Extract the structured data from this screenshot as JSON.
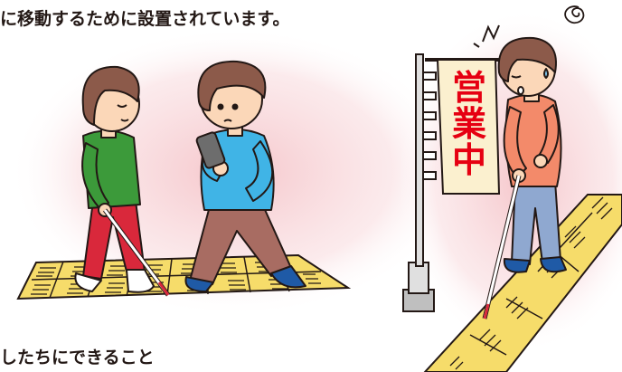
{
  "caption": "に移動するために設置されています。",
  "heading": "したちにできること",
  "banner": [
    "営",
    "業",
    "中"
  ],
  "illustration": {
    "left_scene": "woman-with-white-cane-and-man-using-phone-on-tactile-paving",
    "right_scene": "boy-with-white-cane-blocked-by-shop-banner-on-tactile-paving"
  },
  "colors": {
    "text": "#231815",
    "tactile_tile": "#f6dc6a",
    "banner_bg": "#fbf0cf",
    "banner_text": "#e60012",
    "glow": "#f7d3d6"
  }
}
